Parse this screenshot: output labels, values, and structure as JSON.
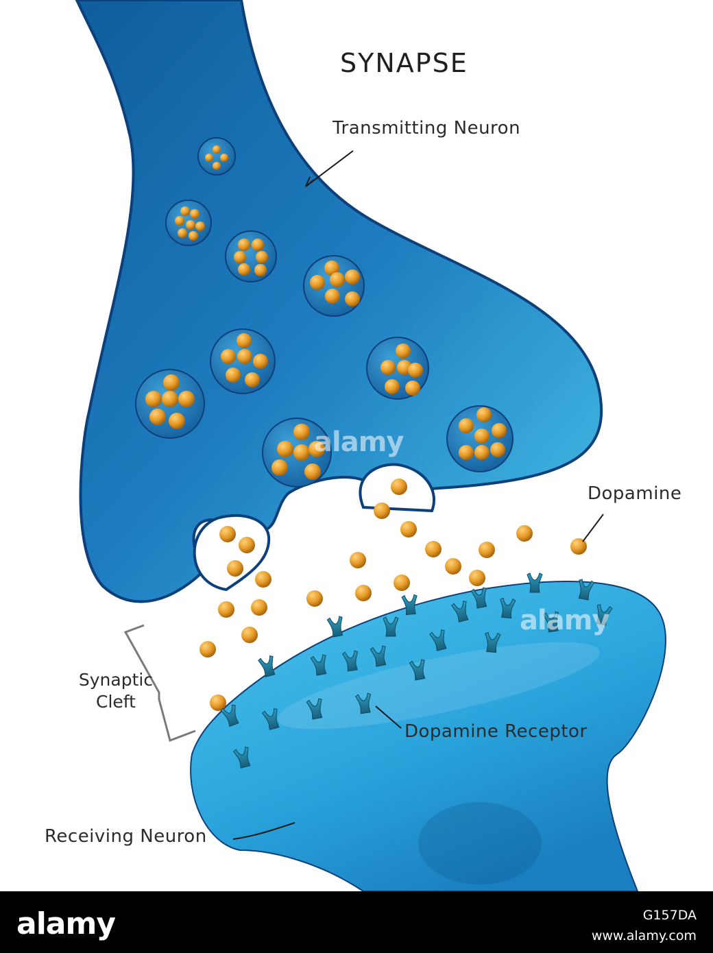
{
  "title": "SYNAPSE",
  "labels": {
    "transmitting": "Transmitting Neuron",
    "dopamine": "Dopamine",
    "cleft_line1": "Synaptic",
    "cleft_line2": "Cleft",
    "receptor": "Dopamine Receptor",
    "receiving": "Receiving Neuron"
  },
  "watermarks": {
    "mark1": "alamy",
    "mark2": "alamy"
  },
  "footer": {
    "logo": "alamy",
    "image_id": "G157DA",
    "site": "www.alamy.com"
  },
  "colors": {
    "transmitting_fill": "#1e78b4",
    "transmitting_outline": "#0d3f7a",
    "receiving_fill": "#34a9dc",
    "dopamine": "#e69a26",
    "receptor": "#217a9a"
  }
}
